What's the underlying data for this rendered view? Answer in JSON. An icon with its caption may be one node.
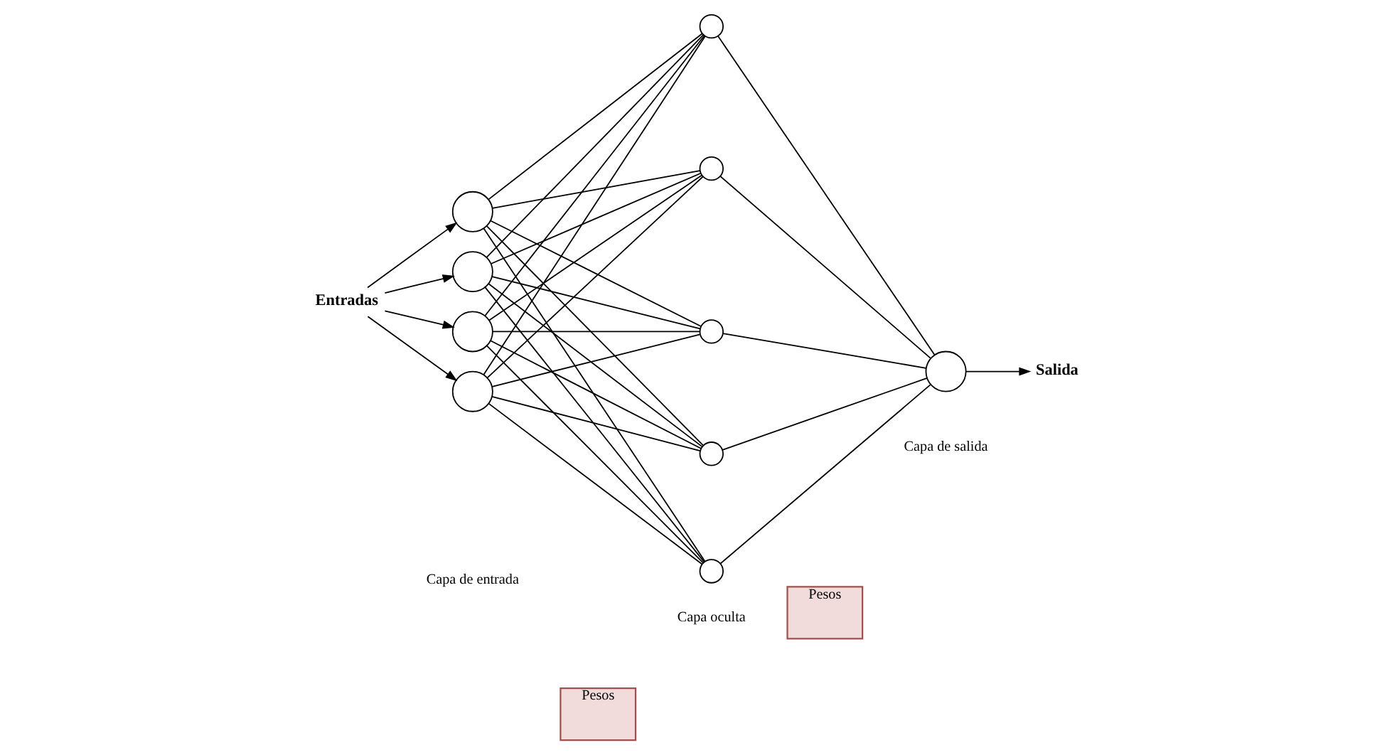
{
  "diagram": {
    "nodes": [
      {
        "text": [
          "Entradas"
        ]
      },
      {
        "text": [],
        "shape": "circle"
      },
      {
        "text": [],
        "shape": "circle"
      },
      {
        "text": [],
        "shape": "circle"
      },
      {
        "text": [],
        "shape": "circle"
      },
      {
        "text": [
          "Pesos"
        ]
      },
      {
        "text": [],
        "shape": "circle"
      },
      {
        "text": [],
        "shape": "circle"
      },
      {
        "text": [],
        "shape": "circle"
      },
      {
        "text": [],
        "shape": "circle"
      },
      {
        "text": [],
        "shape": "circle"
      },
      {
        "text": [
          "Pesos"
        ]
      },
      {
        "text": [],
        "shape": "circle"
      },
      {
        "text": [
          "Salida"
        ]
      }
    ],
    "edges": [
      {
        "from": 0,
        "to": 1,
        "arrow": "to"
      },
      {
        "from": 0,
        "to": 2,
        "arrow": "to"
      },
      {
        "from": 0,
        "to": 3,
        "arrow": "to"
      },
      {
        "from": 0,
        "to": 4,
        "arrow": "to"
      },
      {
        "from": 1,
        "to": 6,
        "arrow": "none"
      },
      {
        "from": 1,
        "to": 7,
        "arrow": "none"
      },
      {
        "from": 1,
        "to": 8,
        "arrow": "none"
      },
      {
        "from": 1,
        "to": 9,
        "arrow": "none"
      },
      {
        "from": 1,
        "to": 10,
        "arrow": "none"
      },
      {
        "from": 2,
        "to": 6,
        "arrow": "none"
      },
      {
        "from": 2,
        "to": 7,
        "arrow": "none"
      },
      {
        "from": 2,
        "to": 8,
        "arrow": "none"
      },
      {
        "from": 2,
        "to": 9,
        "arrow": "none"
      },
      {
        "from": 2,
        "to": 10,
        "arrow": "none"
      },
      {
        "from": 3,
        "to": 6,
        "arrow": "none"
      },
      {
        "from": 3,
        "to": 7,
        "arrow": "none"
      },
      {
        "from": 3,
        "to": 8,
        "arrow": "none"
      },
      {
        "from": 3,
        "to": 9,
        "arrow": "none"
      },
      {
        "from": 3,
        "to": 10,
        "arrow": "none"
      },
      {
        "from": 4,
        "to": 6,
        "arrow": "none"
      },
      {
        "from": 4,
        "to": 7,
        "arrow": "none"
      },
      {
        "from": 4,
        "to": 8,
        "arrow": "none"
      },
      {
        "from": 4,
        "to": 9,
        "arrow": "none"
      },
      {
        "from": 4,
        "to": 10,
        "arrow": "none"
      },
      {
        "from": 6,
        "to": 12,
        "arrow": "none"
      },
      {
        "from": 7,
        "to": 12,
        "arrow": "none"
      },
      {
        "from": 8,
        "to": 12,
        "arrow": "none"
      },
      {
        "from": 9,
        "to": 12,
        "arrow": "none"
      },
      {
        "from": 10,
        "to": 12,
        "arrow": "none"
      },
      {
        "from": 12,
        "to": 13,
        "arrow": "to"
      }
    ],
    "labels": [
      "Capa de entrada",
      "Capa oculta",
      "Capa de salida"
    ]
  }
}
